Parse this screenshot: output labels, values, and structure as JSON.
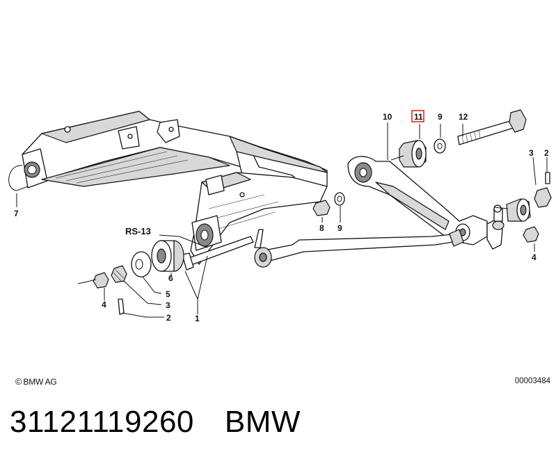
{
  "callouts": {
    "c1": "1",
    "c2": "2",
    "c3a": "3",
    "c3b": "3",
    "c4a": "4",
    "c4b": "4",
    "c5": "5",
    "c6": "6",
    "c7": "7",
    "c8": "8",
    "c9a": "9",
    "c9b": "9",
    "c10": "10",
    "c11": "11",
    "c12": "12",
    "rs13": "RS-13"
  },
  "highlighted_callout": "11",
  "highlight_color": "#e0261f",
  "copyright": "BMW AG",
  "copyright_symbol": "©",
  "diagram_id": "00003484",
  "part_number": "31121119260",
  "brand": "BMW"
}
